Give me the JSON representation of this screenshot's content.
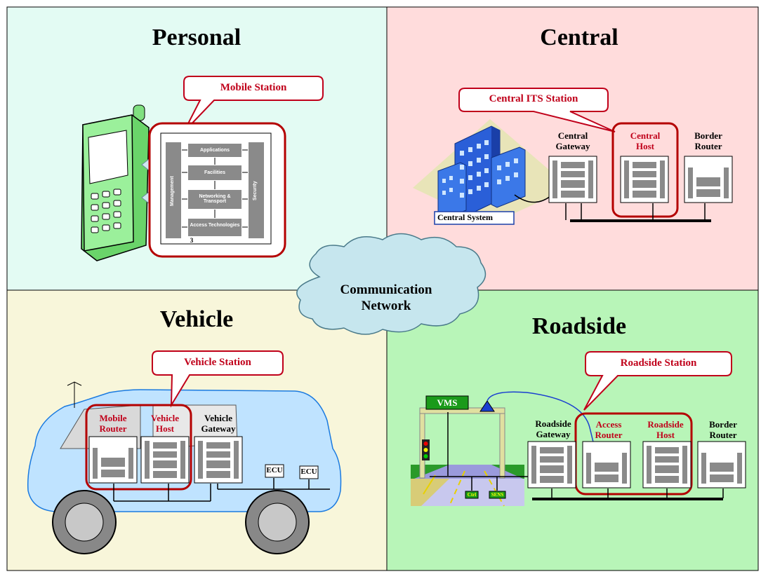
{
  "quadrants": {
    "personal": {
      "title": "Personal",
      "color": "#e3fbf3"
    },
    "central": {
      "title": "Central",
      "color": "#ffdcdc"
    },
    "vehicle": {
      "title": "Vehicle",
      "color": "#f8f6da"
    },
    "roadside": {
      "title": "Roadside",
      "color": "#b8f5b8"
    }
  },
  "cloud": {
    "line1": "Communication",
    "line2": "Network",
    "color": "#c6e6ee"
  },
  "personal": {
    "callout": "Mobile Station",
    "stack": {
      "layers": [
        "Applications",
        "Facilities",
        "Networking & Transport",
        "Access Technologies"
      ],
      "left_bar": "Management",
      "right_bar": "Security",
      "number": "3"
    }
  },
  "central": {
    "callout": "Central ITS Station",
    "system_label": "Central System",
    "gateway": [
      "Central",
      "Gateway"
    ],
    "host": [
      "Central",
      "Host"
    ],
    "router": [
      "Border",
      "Router"
    ]
  },
  "vehicle": {
    "callout": "Vehicle Station",
    "mobile_router": [
      "Mobile",
      "Router"
    ],
    "vehicle_host": [
      "Vehicle",
      "Host"
    ],
    "vehicle_gateway": [
      "Vehicle",
      "Gateway"
    ],
    "ecu_labels": [
      "ECU",
      "ECU"
    ]
  },
  "roadside": {
    "callout": "Roadside Station",
    "vms": "VMS",
    "gateway": [
      "Roadside",
      "Gateway"
    ],
    "access_router": [
      "Access",
      "Router"
    ],
    "host": [
      "Roadside",
      "Host"
    ],
    "router": [
      "Border",
      "Router"
    ],
    "sensor_labels": [
      "Ctrl",
      "SENS"
    ]
  },
  "colors": {
    "callout_red": "#c0001a",
    "stack_gray": "#8a8a8a",
    "accent_red": "#b40000"
  }
}
